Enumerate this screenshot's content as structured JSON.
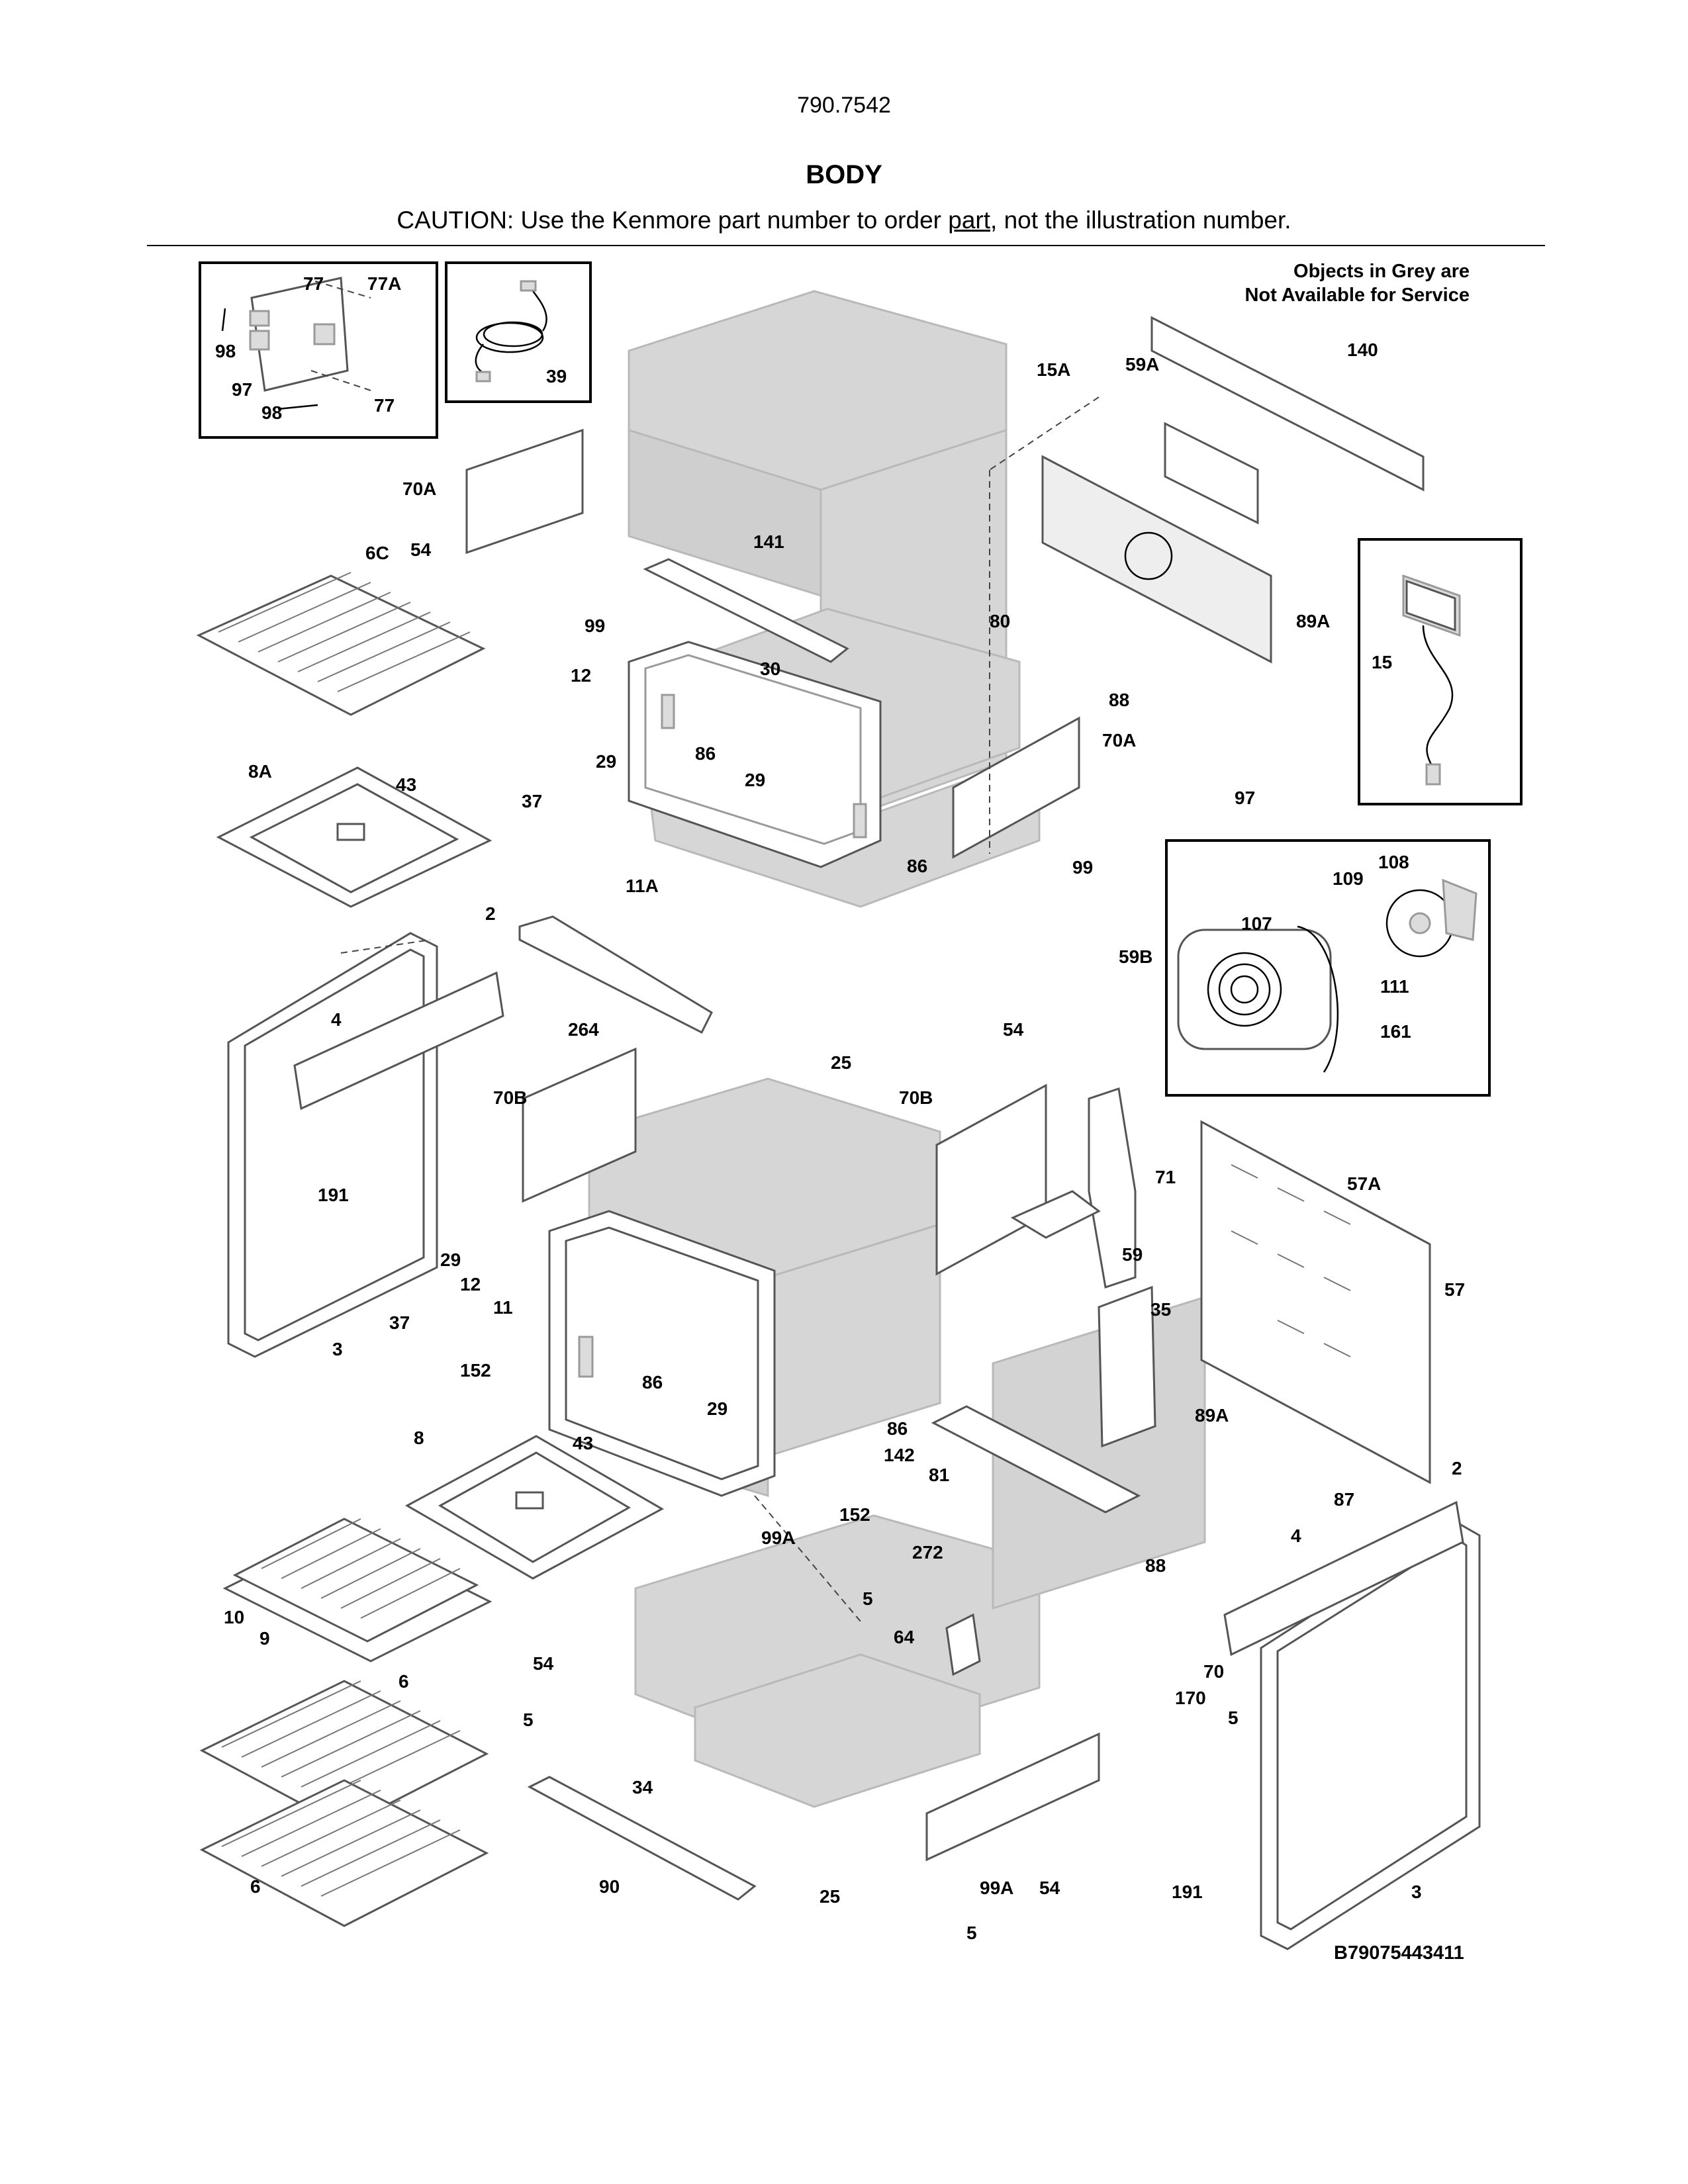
{
  "header": {
    "model_number": "790.7542",
    "section_title": "BODY",
    "caution_prefix": "CAUTION: Use the Kenmore part number to order ",
    "caution_link": "part",
    "caution_suffix": ", not the illustration number."
  },
  "grey_note": {
    "line1": "Objects in Grey are",
    "line2": "Not Available for Service"
  },
  "diagram_id": "B79075443411",
  "callouts": [
    {
      "id": "77-a",
      "text": "77"
    },
    {
      "id": "77A",
      "text": "77A"
    },
    {
      "id": "98-a",
      "text": "98"
    },
    {
      "id": "97-a",
      "text": "97"
    },
    {
      "id": "98-b",
      "text": "98"
    },
    {
      "id": "77-b",
      "text": "77"
    },
    {
      "id": "39",
      "text": "39"
    },
    {
      "id": "70A-a",
      "text": "70A"
    },
    {
      "id": "54-a",
      "text": "54"
    },
    {
      "id": "6C",
      "text": "6C"
    },
    {
      "id": "99-a",
      "text": "99"
    },
    {
      "id": "141",
      "text": "141"
    },
    {
      "id": "15A",
      "text": "15A"
    },
    {
      "id": "59A",
      "text": "59A"
    },
    {
      "id": "140",
      "text": "140"
    },
    {
      "id": "80",
      "text": "80"
    },
    {
      "id": "89A-a",
      "text": "89A"
    },
    {
      "id": "88-a",
      "text": "88"
    },
    {
      "id": "15",
      "text": "15"
    },
    {
      "id": "12-a",
      "text": "12"
    },
    {
      "id": "30",
      "text": "30"
    },
    {
      "id": "29-a",
      "text": "29"
    },
    {
      "id": "86-a",
      "text": "86"
    },
    {
      "id": "29-b",
      "text": "29"
    },
    {
      "id": "70A-b",
      "text": "70A"
    },
    {
      "id": "97-b",
      "text": "97"
    },
    {
      "id": "8A",
      "text": "8A"
    },
    {
      "id": "43-a",
      "text": "43"
    },
    {
      "id": "37-a",
      "text": "37"
    },
    {
      "id": "11A",
      "text": "11A"
    },
    {
      "id": "86-b",
      "text": "86"
    },
    {
      "id": "99-b",
      "text": "99"
    },
    {
      "id": "108",
      "text": "108"
    },
    {
      "id": "109",
      "text": "109"
    },
    {
      "id": "107",
      "text": "107"
    },
    {
      "id": "111",
      "text": "111"
    },
    {
      "id": "161",
      "text": "161"
    },
    {
      "id": "2-a",
      "text": "2"
    },
    {
      "id": "4-a",
      "text": "4"
    },
    {
      "id": "264",
      "text": "264"
    },
    {
      "id": "25-a",
      "text": "25"
    },
    {
      "id": "54-b",
      "text": "54"
    },
    {
      "id": "59B",
      "text": "59B"
    },
    {
      "id": "70B-a",
      "text": "70B"
    },
    {
      "id": "70B-b",
      "text": "70B"
    },
    {
      "id": "191-a",
      "text": "191"
    },
    {
      "id": "3-a",
      "text": "3"
    },
    {
      "id": "29-c",
      "text": "29"
    },
    {
      "id": "12-b",
      "text": "12"
    },
    {
      "id": "11",
      "text": "11"
    },
    {
      "id": "37-b",
      "text": "37"
    },
    {
      "id": "152-a",
      "text": "152"
    },
    {
      "id": "86-c",
      "text": "86"
    },
    {
      "id": "29-d",
      "text": "29"
    },
    {
      "id": "59",
      "text": "59"
    },
    {
      "id": "71",
      "text": "71"
    },
    {
      "id": "57A",
      "text": "57A"
    },
    {
      "id": "35",
      "text": "35"
    },
    {
      "id": "57",
      "text": "57"
    },
    {
      "id": "8",
      "text": "8"
    },
    {
      "id": "43-b",
      "text": "43"
    },
    {
      "id": "86-d",
      "text": "86"
    },
    {
      "id": "142",
      "text": "142"
    },
    {
      "id": "81",
      "text": "81"
    },
    {
      "id": "89A-b",
      "text": "89A"
    },
    {
      "id": "2-b",
      "text": "2"
    },
    {
      "id": "87",
      "text": "87"
    },
    {
      "id": "152-b",
      "text": "152"
    },
    {
      "id": "99A-a",
      "text": "99A"
    },
    {
      "id": "272",
      "text": "272"
    },
    {
      "id": "4-b",
      "text": "4"
    },
    {
      "id": "88-b",
      "text": "88"
    },
    {
      "id": "10",
      "text": "10"
    },
    {
      "id": "9",
      "text": "9"
    },
    {
      "id": "5-a",
      "text": "5"
    },
    {
      "id": "54-c",
      "text": "54"
    },
    {
      "id": "64",
      "text": "64"
    },
    {
      "id": "70",
      "text": "70"
    },
    {
      "id": "6-a",
      "text": "6"
    },
    {
      "id": "170",
      "text": "170"
    },
    {
      "id": "5-b",
      "text": "5"
    },
    {
      "id": "5-c",
      "text": "5"
    },
    {
      "id": "34",
      "text": "34"
    },
    {
      "id": "6-b",
      "text": "6"
    },
    {
      "id": "90",
      "text": "90"
    },
    {
      "id": "25-b",
      "text": "25"
    },
    {
      "id": "99A-b",
      "text": "99A"
    },
    {
      "id": "54-d",
      "text": "54"
    },
    {
      "id": "191-b",
      "text": "191"
    },
    {
      "id": "3-b",
      "text": "3"
    },
    {
      "id": "5-d",
      "text": "5"
    }
  ]
}
